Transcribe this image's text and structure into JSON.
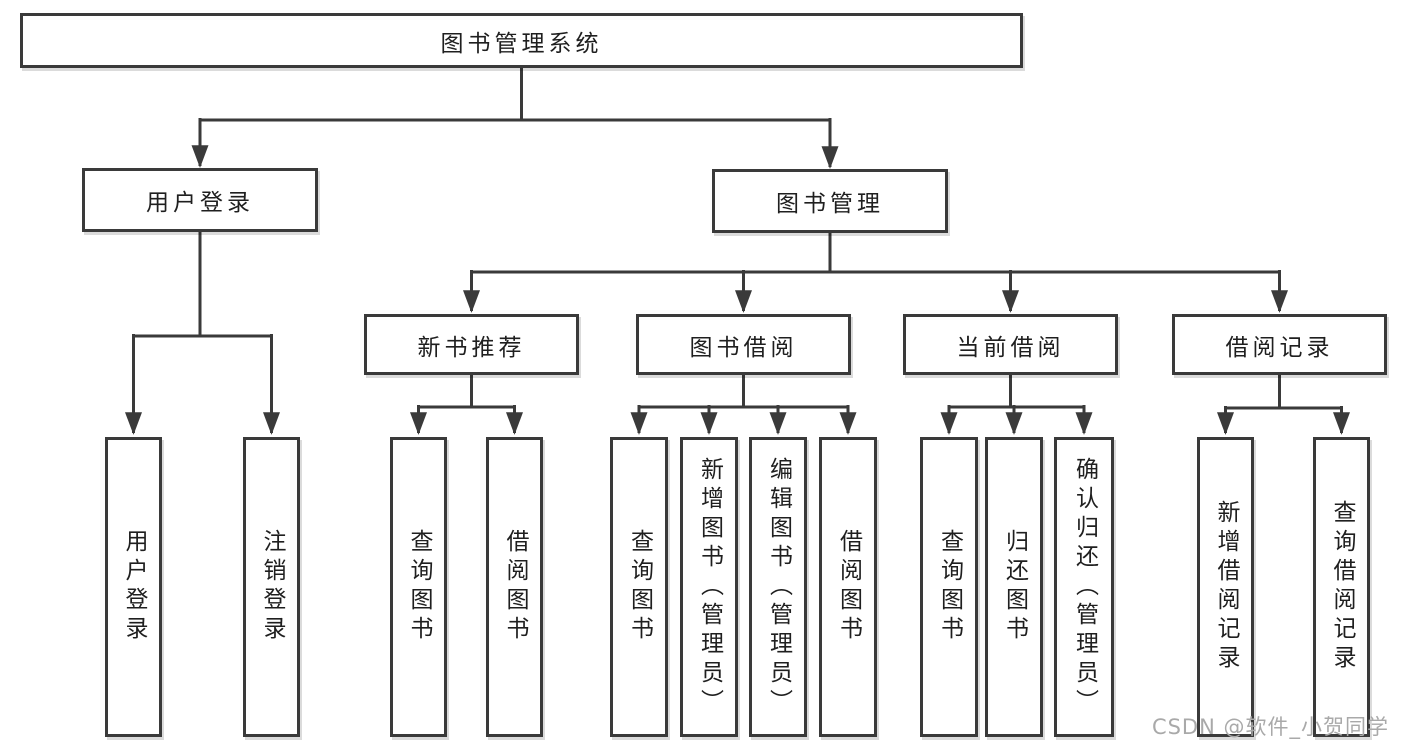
{
  "root_label": "图书管理系统",
  "level2": [
    {
      "label": "用户登录",
      "children": [
        "用户登录",
        "注销登录"
      ]
    },
    {
      "label": "图书管理"
    }
  ],
  "level3": [
    {
      "label": "新书推荐",
      "children": [
        "查询图书",
        "借阅图书"
      ]
    },
    {
      "label": "图书借阅",
      "children": [
        "查询图书",
        "新增图书（管理员）",
        "编辑图书（管理员）",
        "借阅图书"
      ]
    },
    {
      "label": "当前借阅",
      "children": [
        "查询图书",
        "归还图书",
        "确认归还（管理员）"
      ]
    },
    {
      "label": "借阅记录",
      "children": [
        "新增借阅记录",
        "查询借阅记录"
      ]
    }
  ],
  "watermark": "CSDN @软件_小贺同学",
  "colors": {
    "line": "#3a3a3a",
    "border": "#3a3a3a",
    "text": "#1f1f1f",
    "background": "#ffffff",
    "watermark": "#a9a9a9"
  }
}
